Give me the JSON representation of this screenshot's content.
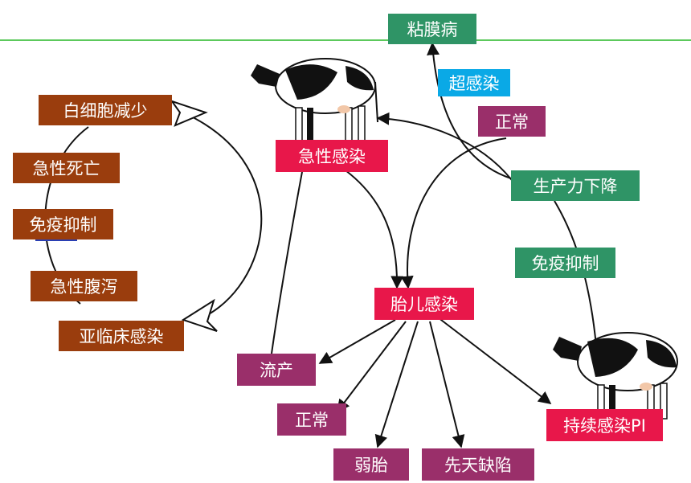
{
  "colors": {
    "brown": "#9a3d0d",
    "green": "#2f9466",
    "purple": "#9a2f6a",
    "red": "#e8174a",
    "cyan": "#0aa9e6",
    "topline": "#5cc95c"
  },
  "left_cycle": {
    "leukopenia": "白细胞减少",
    "acute_death": "急性死亡",
    "immunosuppression": "免疫抑制",
    "acute_diarrhea": "急性腹泻",
    "subclinical_infection": "亚临床感染"
  },
  "top": {
    "mucosal_disease": "粘膜病",
    "superinfection": "超感染",
    "normal": "正常",
    "productivity_decline": "生产力下降",
    "immunosuppression": "免疫抑制"
  },
  "center": {
    "acute_infection": "急性感染",
    "fetal_infection": "胎儿感染",
    "persistent_infection": "持续感染PI"
  },
  "outcomes": {
    "abortion": "流产",
    "normal": "正常",
    "weak_calf": "弱胎",
    "congenital_defect": "先天缺陷"
  }
}
